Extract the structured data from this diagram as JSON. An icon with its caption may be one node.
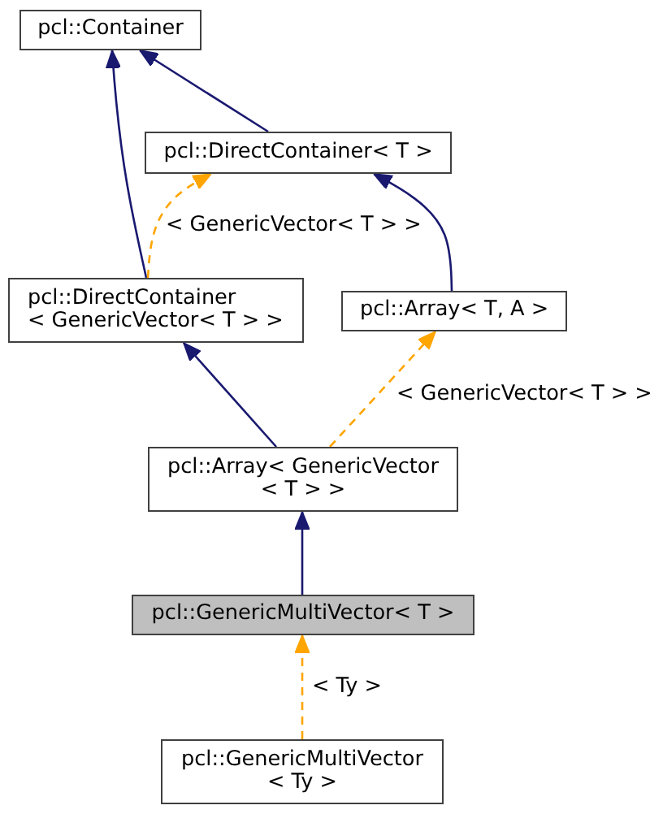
{
  "diagram": {
    "nodes": [
      {
        "text": [
          "pcl::Container"
        ]
      },
      {
        "text": [
          "pcl::DirectContainer< T >"
        ]
      },
      {
        "text": [
          "pcl::DirectContainer < GenericVector< T > >"
        ]
      },
      {
        "text": [
          "pcl::Array< T, A >"
        ]
      },
      {
        "text": [
          "pcl::Array< GenericVector < T > >"
        ]
      },
      {
        "text": [
          "pcl::GenericMultiVector< T >"
        ]
      },
      {
        "text": [
          "pcl::GenericMultiVector < Ty >"
        ]
      }
    ],
    "edges": [
      {
        "from": 1,
        "to": 0,
        "arrow": "to"
      },
      {
        "from": 2,
        "to": 0,
        "arrow": "to"
      },
      {
        "from": 2,
        "to": 1,
        "arrow": "to",
        "label": "< GenericVector< T > >",
        "style": "dashed",
        "color": "#ffa500"
      },
      {
        "from": 3,
        "to": 1,
        "arrow": "to"
      },
      {
        "from": 4,
        "to": 2,
        "arrow": "to"
      },
      {
        "from": 4,
        "to": 3,
        "arrow": "to",
        "label": "< GenericVector< T > >",
        "style": "dashed",
        "color": "#ffa500"
      },
      {
        "from": 5,
        "to": 4,
        "arrow": "to"
      },
      {
        "from": 6,
        "to": 5,
        "arrow": "to",
        "label": "< Ty >",
        "style": "dashed",
        "color": "#ffa500"
      }
    ]
  }
}
